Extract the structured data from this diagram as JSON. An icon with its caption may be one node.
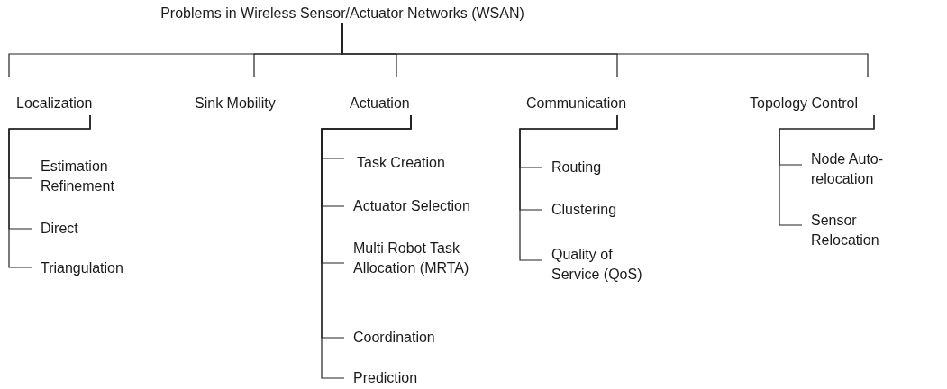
{
  "diagram": {
    "nodes": [
      {
        "text": [
          "Problems in Wireless Sensor/Actuator Networks (WSAN)"
        ]
      },
      {
        "text": [
          "Localization"
        ]
      },
      {
        "text": [
          "Sink Mobility"
        ]
      },
      {
        "text": [
          "Actuation"
        ]
      },
      {
        "text": [
          "Communication"
        ]
      },
      {
        "text": [
          "Topology Control"
        ]
      },
      {
        "text": [
          "Estimation Refinement"
        ]
      },
      {
        "text": [
          "Direct"
        ]
      },
      {
        "text": [
          "Triangulation"
        ]
      },
      {
        "text": [
          "Task Creation"
        ]
      },
      {
        "text": [
          "Actuator Selection"
        ]
      },
      {
        "text": [
          "Multi Robot Task Allocation (MRTA)"
        ]
      },
      {
        "text": [
          "Coordination"
        ]
      },
      {
        "text": [
          "Prediction"
        ]
      },
      {
        "text": [
          "Routing"
        ]
      },
      {
        "text": [
          "Clustering"
        ]
      },
      {
        "text": [
          "Quality of Service (QoS)"
        ]
      },
      {
        "text": [
          "Node Auto-relocation"
        ]
      },
      {
        "text": [
          "Sensor Relocation"
        ]
      }
    ],
    "edges": [
      {
        "from": 0,
        "to": 1,
        "arrow": "none"
      },
      {
        "from": 0,
        "to": 2,
        "arrow": "none"
      },
      {
        "from": 0,
        "to": 3,
        "arrow": "none"
      },
      {
        "from": 0,
        "to": 4,
        "arrow": "none"
      },
      {
        "from": 0,
        "to": 5,
        "arrow": "none"
      },
      {
        "from": 1,
        "to": 6,
        "arrow": "none"
      },
      {
        "from": 1,
        "to": 7,
        "arrow": "none"
      },
      {
        "from": 1,
        "to": 8,
        "arrow": "none"
      },
      {
        "from": 3,
        "to": 9,
        "arrow": "none"
      },
      {
        "from": 3,
        "to": 10,
        "arrow": "none"
      },
      {
        "from": 3,
        "to": 11,
        "arrow": "none"
      },
      {
        "from": 3,
        "to": 12,
        "arrow": "none"
      },
      {
        "from": 3,
        "to": 13,
        "arrow": "none"
      },
      {
        "from": 4,
        "to": 14,
        "arrow": "none"
      },
      {
        "from": 4,
        "to": 15,
        "arrow": "none"
      },
      {
        "from": 4,
        "to": 16,
        "arrow": "none"
      },
      {
        "from": 5,
        "to": 17,
        "arrow": "none"
      },
      {
        "from": 5,
        "to": 18,
        "arrow": "none"
      }
    ]
  }
}
